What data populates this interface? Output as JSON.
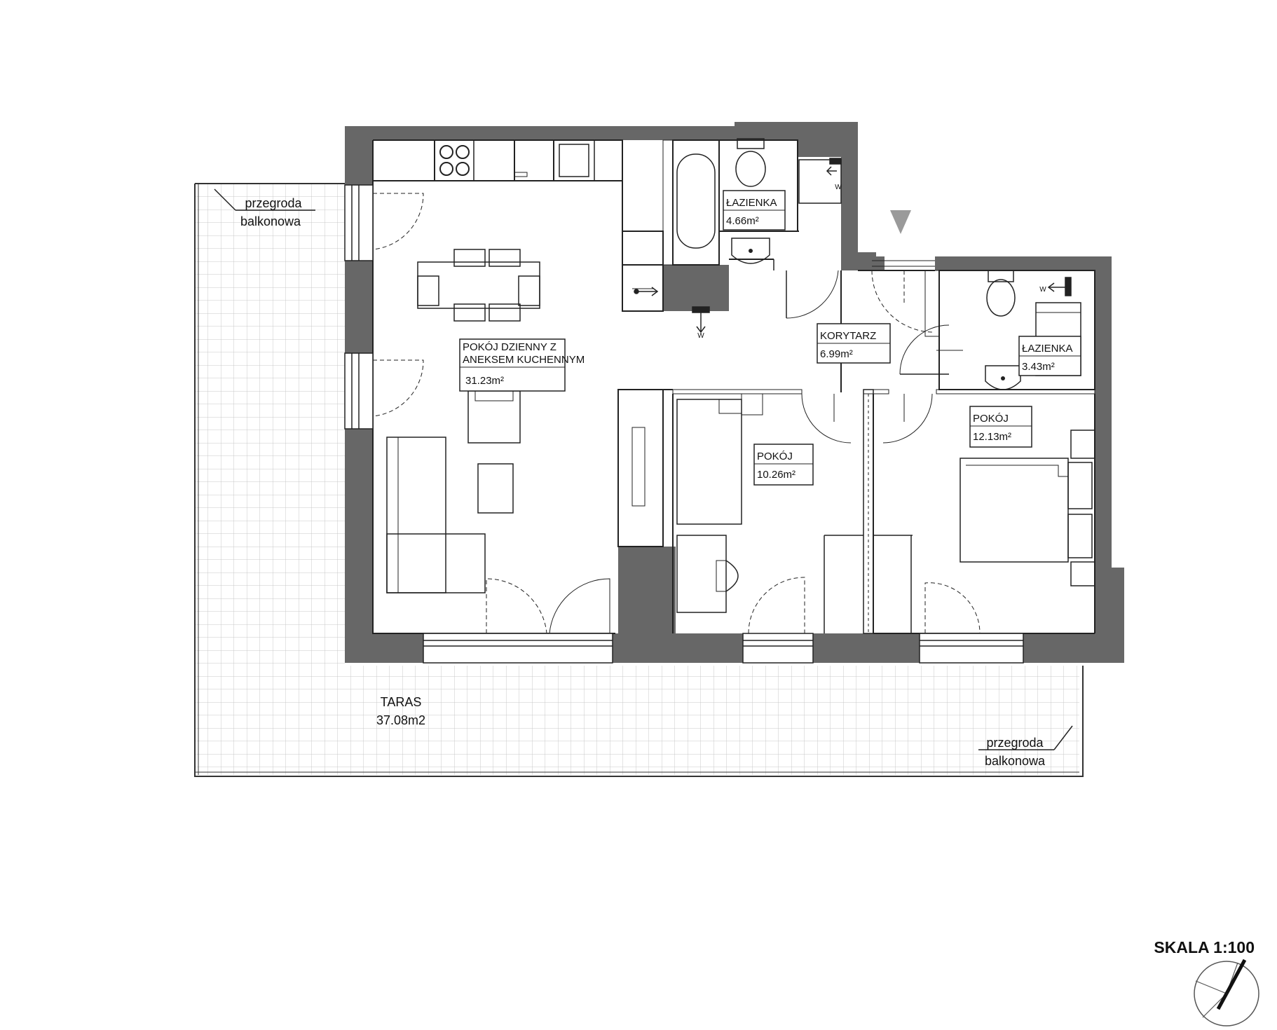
{
  "rooms": [
    {
      "name": "POKÓJ DZIENNY Z",
      "name2": "ANEKSEM KUCHENNYM",
      "area": "31.23m²"
    },
    {
      "name": "ŁAZIENKA",
      "area": "4.66m²"
    },
    {
      "name": "KORYTARZ",
      "area": "6.99m²"
    },
    {
      "name": "ŁAZIENKA",
      "area": "3.43m²"
    },
    {
      "name": "POKÓJ",
      "area": "10.26m²"
    },
    {
      "name": "POKÓJ",
      "area": "12.13m²"
    }
  ],
  "terrace": {
    "name": "TARAS",
    "area": "37.08m2"
  },
  "partitions": [
    {
      "line1": "przegroda",
      "line2": "balkonowa"
    },
    {
      "line1": "przegroda",
      "line2": "balkonowa"
    }
  ],
  "meter_label": "W",
  "scale_label": "SKALA 1:100",
  "colors": {
    "wall": "#676767",
    "line": "#222222",
    "grid": "#c9c9c9",
    "background": "#ffffff",
    "entrance_marker": "#9a9a9a"
  }
}
